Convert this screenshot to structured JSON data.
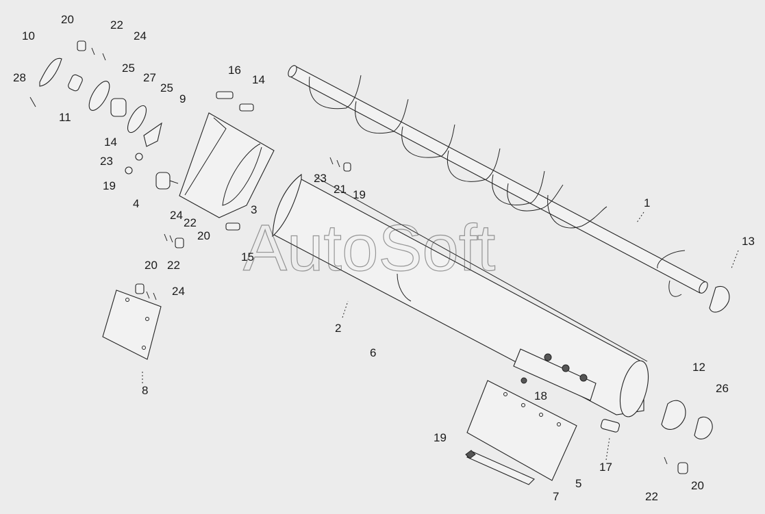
{
  "watermark": "AutoSoft",
  "callouts": [
    {
      "id": "c1",
      "text": "1"
    },
    {
      "id": "c2",
      "text": "2"
    },
    {
      "id": "c3",
      "text": "3"
    },
    {
      "id": "c4",
      "text": "4"
    },
    {
      "id": "c5",
      "text": "5"
    },
    {
      "id": "c6",
      "text": "6"
    },
    {
      "id": "c7",
      "text": "7"
    },
    {
      "id": "c8",
      "text": "8"
    },
    {
      "id": "c9",
      "text": "9"
    },
    {
      "id": "c10",
      "text": "10"
    },
    {
      "id": "c11",
      "text": "11"
    },
    {
      "id": "c12",
      "text": "12"
    },
    {
      "id": "c13",
      "text": "13"
    },
    {
      "id": "c14a",
      "text": "14"
    },
    {
      "id": "c14b",
      "text": "14"
    },
    {
      "id": "c15",
      "text": "15"
    },
    {
      "id": "c16",
      "text": "16"
    },
    {
      "id": "c17",
      "text": "17"
    },
    {
      "id": "c18",
      "text": "18"
    },
    {
      "id": "c19a",
      "text": "19"
    },
    {
      "id": "c19b",
      "text": "19"
    },
    {
      "id": "c19c",
      "text": "19"
    },
    {
      "id": "c20a",
      "text": "20"
    },
    {
      "id": "c20b",
      "text": "20"
    },
    {
      "id": "c20c",
      "text": "20"
    },
    {
      "id": "c20d",
      "text": "20"
    },
    {
      "id": "c21",
      "text": "21"
    },
    {
      "id": "c22a",
      "text": "22"
    },
    {
      "id": "c22b",
      "text": "22"
    },
    {
      "id": "c22c",
      "text": "22"
    },
    {
      "id": "c22d",
      "text": "22"
    },
    {
      "id": "c23a",
      "text": "23"
    },
    {
      "id": "c23b",
      "text": "23"
    },
    {
      "id": "c24a",
      "text": "24"
    },
    {
      "id": "c24b",
      "text": "24"
    },
    {
      "id": "c24c",
      "text": "24"
    },
    {
      "id": "c25a",
      "text": "25"
    },
    {
      "id": "c25b",
      "text": "25"
    },
    {
      "id": "c26",
      "text": "26"
    },
    {
      "id": "c27",
      "text": "27"
    },
    {
      "id": "c28",
      "text": "28"
    }
  ]
}
